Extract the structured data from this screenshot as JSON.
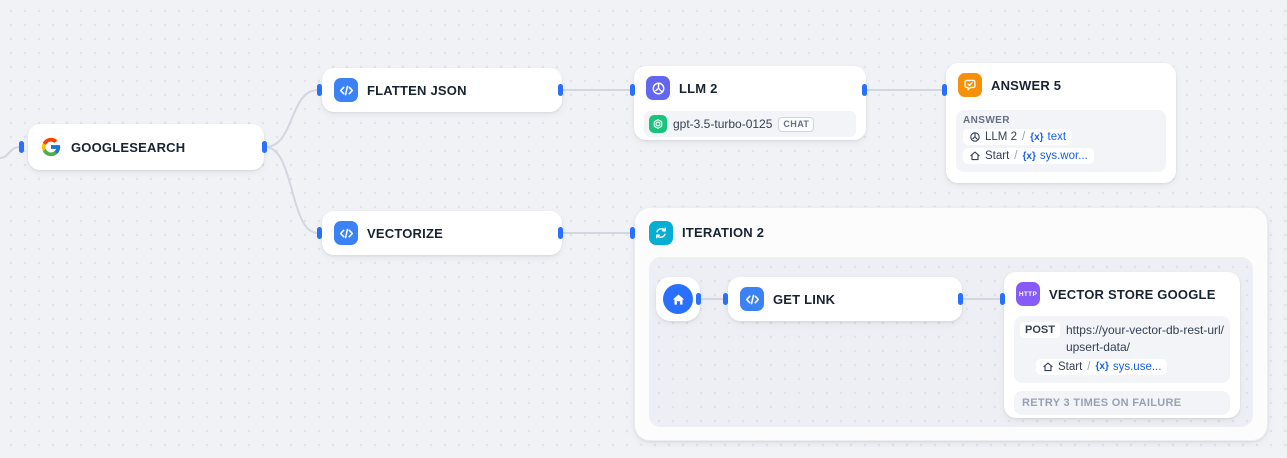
{
  "ui": {
    "separator": "/",
    "variable_token": "{x}"
  },
  "nodes": {
    "googlesearch": {
      "title": "GOOGLESEARCH",
      "icon": "google-logo"
    },
    "flatten_json": {
      "title": "FLATTEN JSON",
      "icon": "code-icon"
    },
    "llm_2": {
      "title": "LLM 2",
      "icon": "llm-icon",
      "model": {
        "provider_icon": "openai-icon",
        "name": "gpt-3.5-turbo-0125",
        "mode_badge": "CHAT"
      }
    },
    "answer_5": {
      "title": "ANSWER 5",
      "icon": "answer-icon",
      "section_label": "ANSWER",
      "variables": [
        {
          "source_icon": "llm-icon",
          "source": "LLM 2",
          "variable": "text"
        },
        {
          "source_icon": "home-icon",
          "source": "Start",
          "variable": "sys.wor..."
        }
      ]
    },
    "vectorize": {
      "title": "VECTORIZE",
      "icon": "code-icon"
    },
    "iteration_2": {
      "title": "ITERATION 2",
      "icon": "iteration-icon"
    },
    "iteration_start": {
      "icon": "home-icon"
    },
    "get_link": {
      "title": "GET LINK",
      "icon": "code-icon"
    },
    "vector_store_google": {
      "title": "VECTOR STORE GOOGLE",
      "icon": "http-icon",
      "icon_label": "HTTP",
      "request": {
        "method": "POST",
        "url": "https://your-vector-db-rest-url/upsert-data/"
      },
      "variable": {
        "source_icon": "home-icon",
        "source": "Start",
        "variable": "sys.use..."
      },
      "retry_label": "RETRY 3 TIMES ON FAILURE"
    }
  },
  "colors": {
    "canvas_bg": "#f1f2f6",
    "edge": "#d2d6de",
    "handle_blue": "#2970ff",
    "code_icon_bg": "#3b82f6",
    "llm_icon_bg": "#6366f1",
    "answer_icon_bg": "#f79009",
    "iteration_icon_bg": "#06aed4",
    "http_icon_bg": "#875bf7",
    "openai_icon_bg": "#19c37d",
    "start_circle_bg": "#2970ff",
    "variable_text_blue": "#155eef"
  }
}
